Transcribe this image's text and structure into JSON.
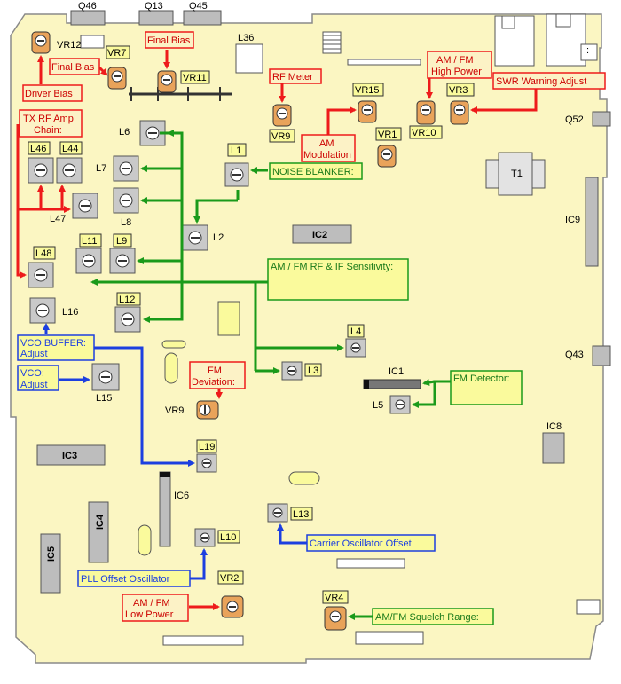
{
  "colors": {
    "board": "#fbf6c2",
    "board_edge": "#8a8a8a",
    "red": "#ee1b1b",
    "green": "#1a9a1a",
    "blue": "#1c3fe0",
    "pot": "#e9a35a",
    "coil": "#c9c9c9",
    "green_box": "#fafa9c",
    "red_box": "#fcf2c6"
  },
  "labels": {
    "Q46": "Q46",
    "Q13": "Q13",
    "Q45": "Q45",
    "VR12": "VR12",
    "VR7": "VR7",
    "VR11": "VR11",
    "L36": "L36",
    "VR15": "VR15",
    "VR9_top": "VR9",
    "VR1": "VR1",
    "VR10": "VR10",
    "VR3": "VR3",
    "Q52": "Q52",
    "L6": "L6",
    "L1": "L1",
    "L7": "L7",
    "L46": "L46",
    "L44": "L44",
    "L47": "L47",
    "L8": "L8",
    "L2": "L2",
    "IC2": "IC2",
    "T1": "T1",
    "IC9": "IC9",
    "L48": "L48",
    "L11": "L11",
    "L9": "L9",
    "L12": "L12",
    "L16": "L16",
    "L4": "L4",
    "Q43": "Q43",
    "L3": "L3",
    "IC1": "IC1",
    "L5": "L5",
    "L15": "L15",
    "VR9_fm": "VR9",
    "L19": "L19",
    "IC3": "IC3",
    "IC8": "IC8",
    "IC6": "IC6",
    "IC4": "IC4",
    "L13": "L13",
    "L10": "L10",
    "IC5": "IC5",
    "VR2": "VR2",
    "VR4": "VR4"
  },
  "callouts": {
    "final_bias_1": "Final Bias",
    "final_bias_2": "Final Bias",
    "driver_bias": "Driver Bias",
    "tx_rf_amp_chain": [
      "TX RF Amp",
      "Chain:"
    ],
    "rf_meter": "RF Meter",
    "am_modulation": [
      "AM",
      "Modulation"
    ],
    "am_fm_high_power": [
      "AM / FM",
      "High Power"
    ],
    "swr_warning_adjust": "SWR Warning Adjust",
    "noise_blanker": "NOISE BLANKER:",
    "am_fm_rf_if_sensitivity": "AM / FM RF & IF Sensitivity:",
    "vco_buffer_adjust": [
      "VCO BUFFER:",
      "Adjust"
    ],
    "vco_adjust": [
      "VCO:",
      "Adjust"
    ],
    "fm_deviation": [
      "FM",
      "Deviation:"
    ],
    "fm_detector": "FM Detector:",
    "carrier_oscillator_offset": "Carrier Oscillator Offset",
    "pll_offset_oscillator": "PLL Offset Oscillator",
    "am_fm_low_power": [
      "AM / FM",
      "Low Power"
    ],
    "am_fm_squelch_range": "AM/FM Squelch Range:"
  }
}
